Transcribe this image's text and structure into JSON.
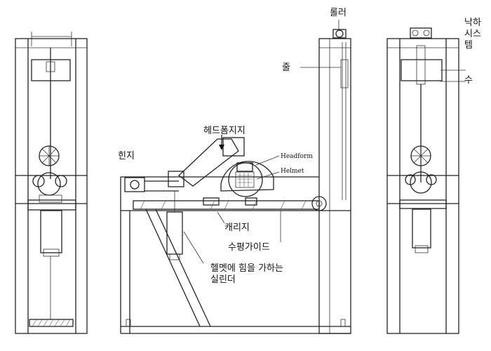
{
  "labels": {
    "roller": "롤러",
    "rope": "줄",
    "drop_system": "낙하 시스템",
    "drop_system_line1": "낙하",
    "drop_system_line2": "시스",
    "drop_system_line3": "템",
    "water": "수",
    "headform_support": "헤드폼지지",
    "hinge": "힌지",
    "headform": "Headform",
    "helmet": "Helmet",
    "carriage": "캐리지",
    "horizontal_guide": "수평가이드",
    "cylinder_line1": "헬멧에 힘을 가하는",
    "cylinder_line2": "실린더"
  }
}
